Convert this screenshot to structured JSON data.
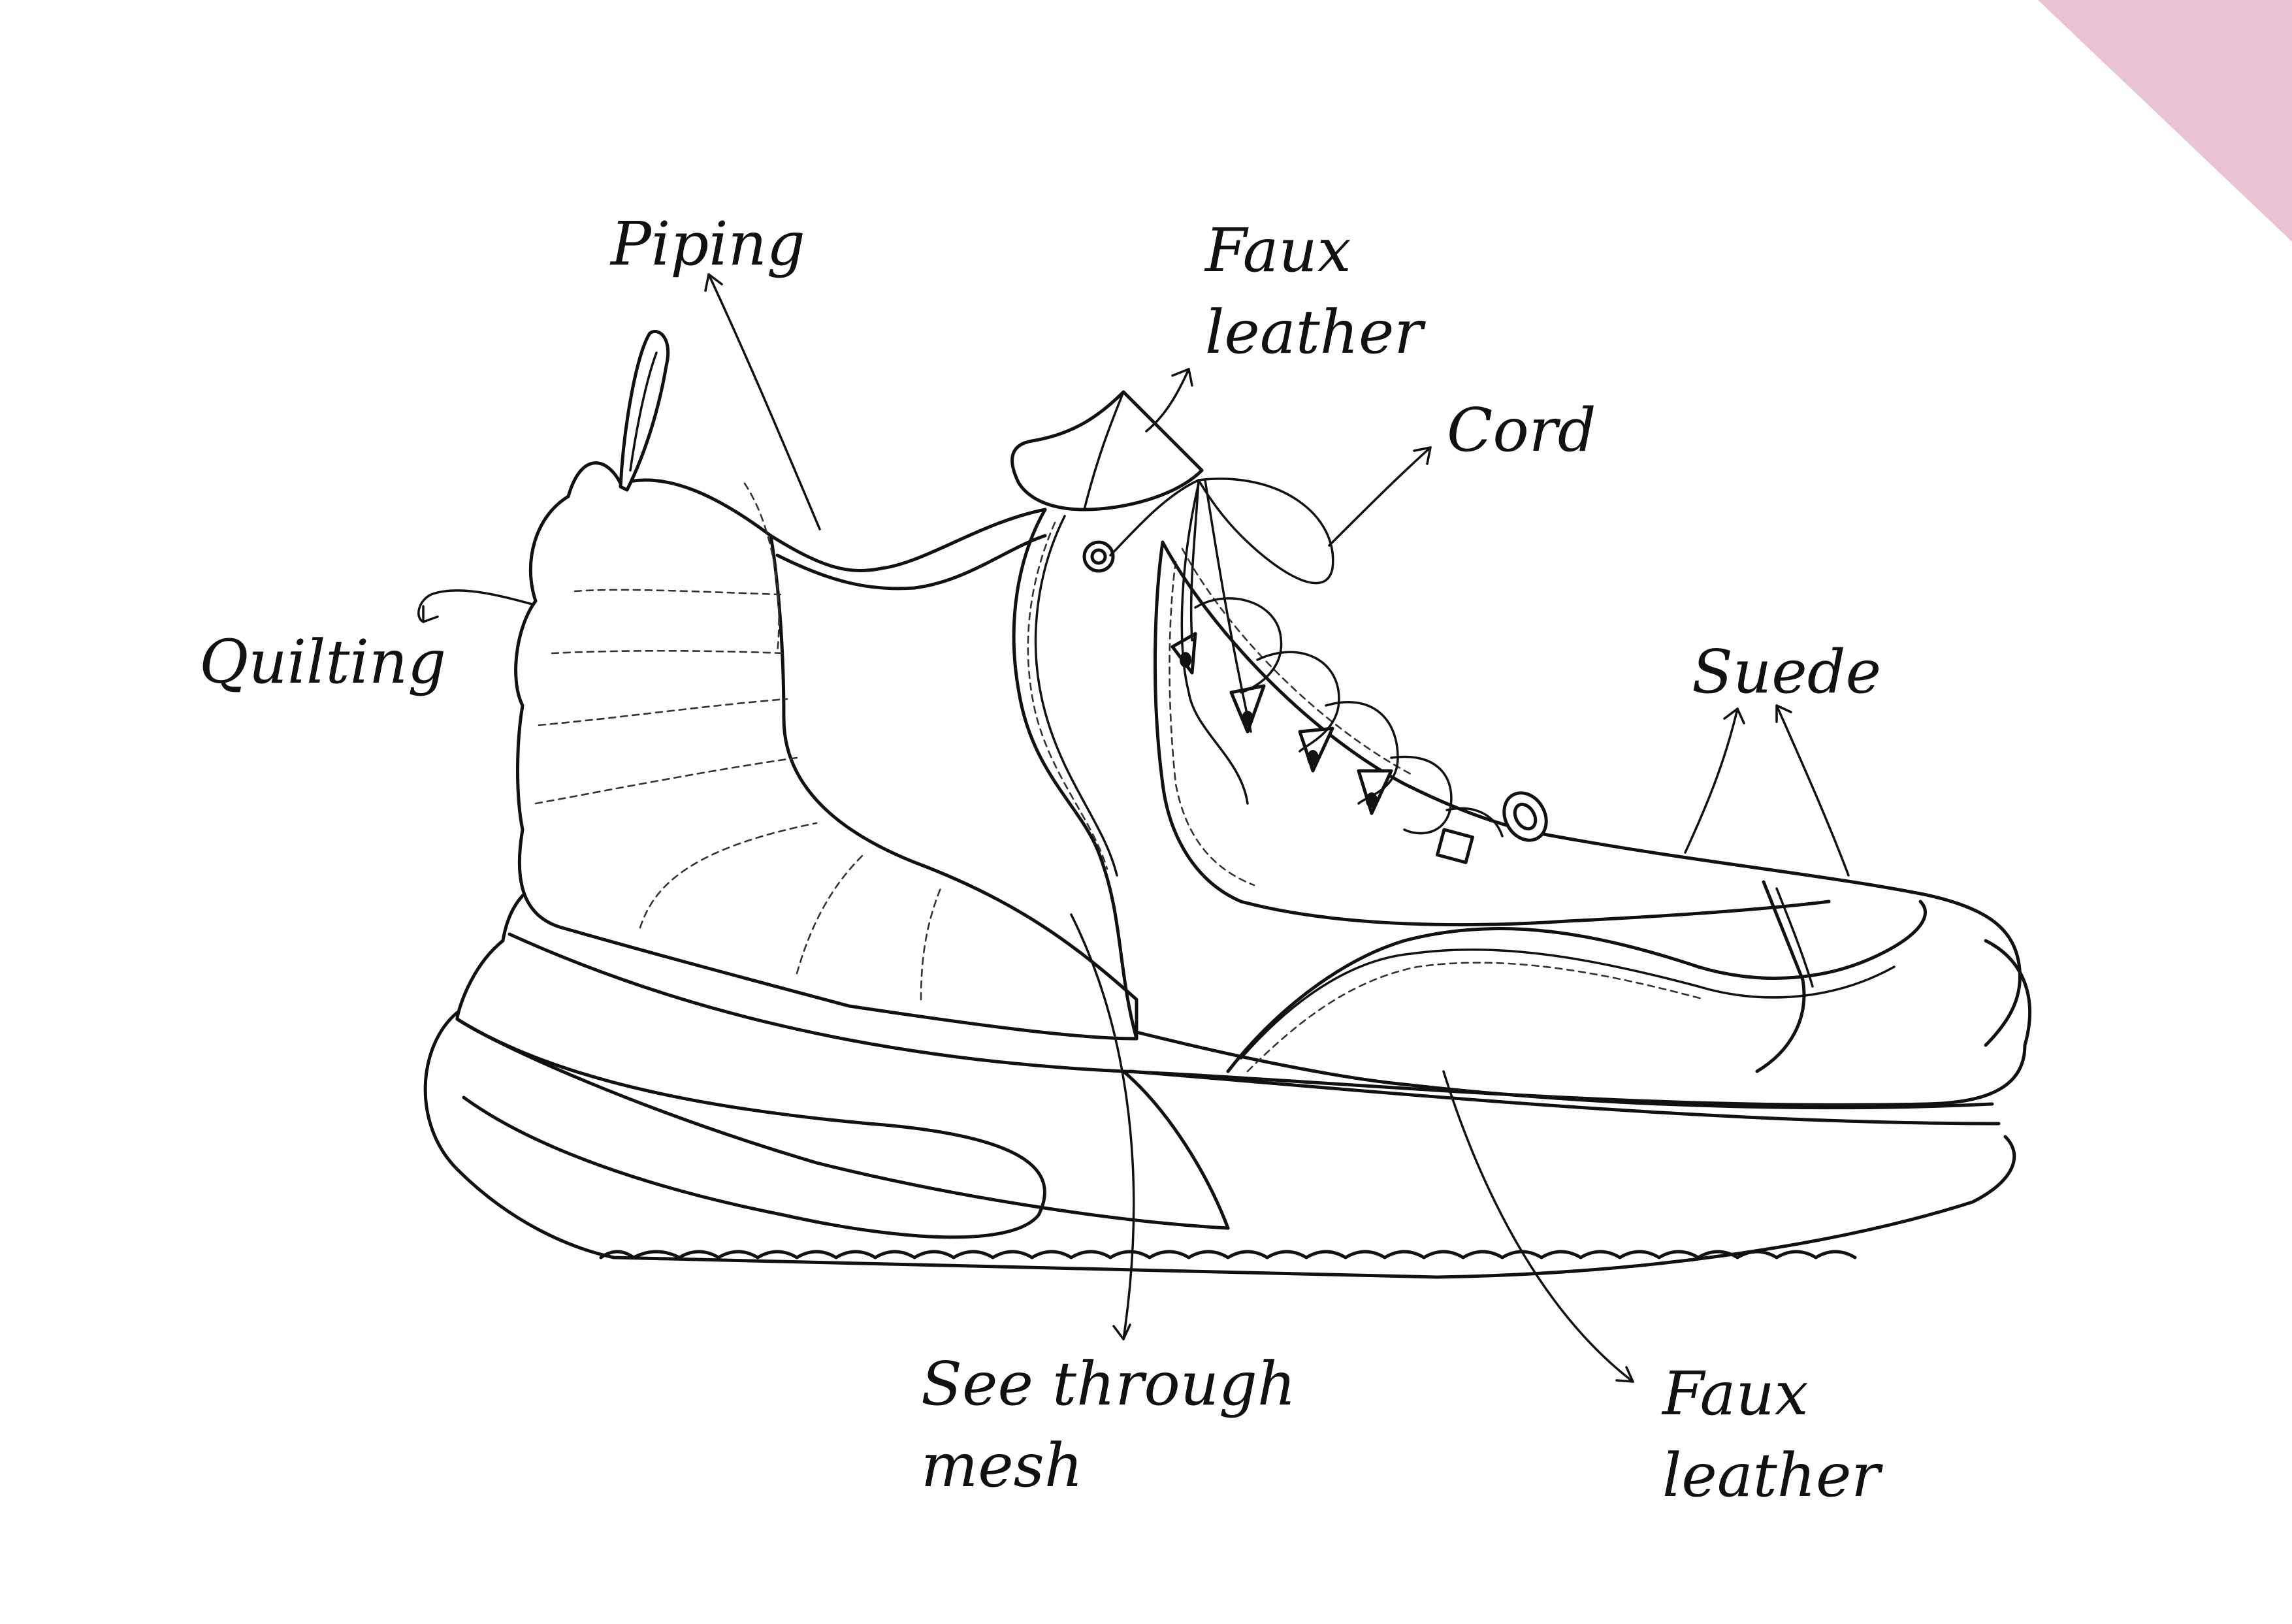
{
  "diagram": {
    "accent_color": "#e8c3d4",
    "labels": {
      "piping": "Piping",
      "faux_leather_top_line1": "Faux",
      "faux_leather_top_line2": "leather",
      "cord": "Cord",
      "quilting": "Quilting",
      "suede": "Suede",
      "mesh_line1": "See through",
      "mesh_line2": "mesh",
      "faux_leather_bottom_line1": "Faux",
      "faux_leather_bottom_line2": "leather"
    }
  }
}
